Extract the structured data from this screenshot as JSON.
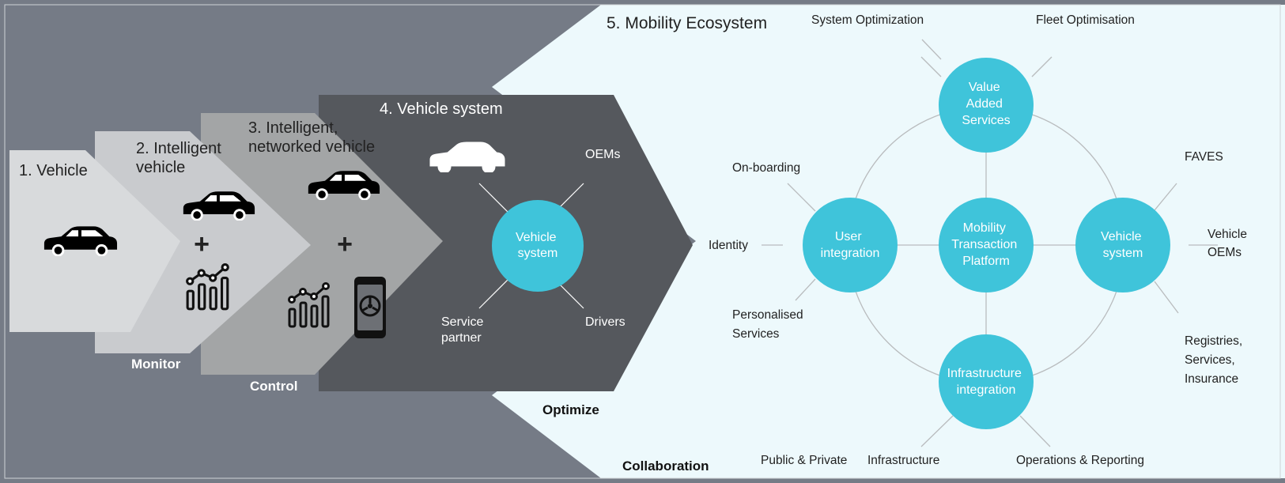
{
  "colors": {
    "dark_gray_band": "#757b86",
    "stage1_fill": "#d8dadc",
    "stage2_fill": "#c9cbce",
    "stage3_fill": "#a3a5a6",
    "stage4_fill": "#55585d",
    "ecosystem_bg": "#edf9fc",
    "node_fill": "#3fc4da",
    "connector": "#b9bcbe",
    "text_dark": "#222222",
    "text_white": "#ffffff"
  },
  "stages": [
    {
      "label": "1. Vehicle",
      "icons": [
        "car-icon"
      ]
    },
    {
      "label_lines": [
        "2. Intelligent",
        "vehicle"
      ],
      "plus": "+",
      "icons": [
        "car-icon",
        "analytics-chart-icon"
      ],
      "footer": "Monitor"
    },
    {
      "label_lines": [
        "3. Intelligent,",
        "networked vehicle"
      ],
      "plus": "+",
      "icons": [
        "car-icon",
        "analytics-chart-icon",
        "smartphone-icon"
      ],
      "footer": "Control"
    },
    {
      "label": "4. Vehicle system",
      "icons": [
        "car-outline-icon"
      ],
      "footer": "Optimize",
      "hub_lines": [
        "Vehicle",
        "system"
      ],
      "spokes": {
        "top_right": "OEMs",
        "bottom_right": "Drivers",
        "bottom_left_lines": [
          "Service",
          "partner"
        ]
      }
    }
  ],
  "ecosystem": {
    "title": "5. Mobility  Ecosystem",
    "footer": "Collaboration",
    "center_lines": [
      "Mobility",
      "Transaction",
      "Platform"
    ],
    "nodes": {
      "top": {
        "lines": [
          "Value",
          "Added",
          "Services"
        ]
      },
      "left": {
        "lines": [
          "User",
          "integration"
        ]
      },
      "right": {
        "lines": [
          "Vehicle",
          "system"
        ]
      },
      "bottom": {
        "lines": [
          "Infrastructure",
          "integration"
        ]
      }
    },
    "labels": {
      "system_optimization": "System Optimization",
      "fleet_optimisation": "Fleet Optimisation",
      "onboarding": "On-boarding",
      "identity": "Identity",
      "personalised_lines": [
        "Personalised",
        "Services"
      ],
      "faves": "FAVES",
      "vehicle_oems_lines": [
        "Vehicle",
        "OEMs"
      ],
      "registries_lines": [
        "Registries,",
        "Services,",
        "Insurance"
      ],
      "public_private": "Public & Private",
      "infrastructure": "Infrastructure",
      "operations": "Operations & Reporting"
    }
  }
}
